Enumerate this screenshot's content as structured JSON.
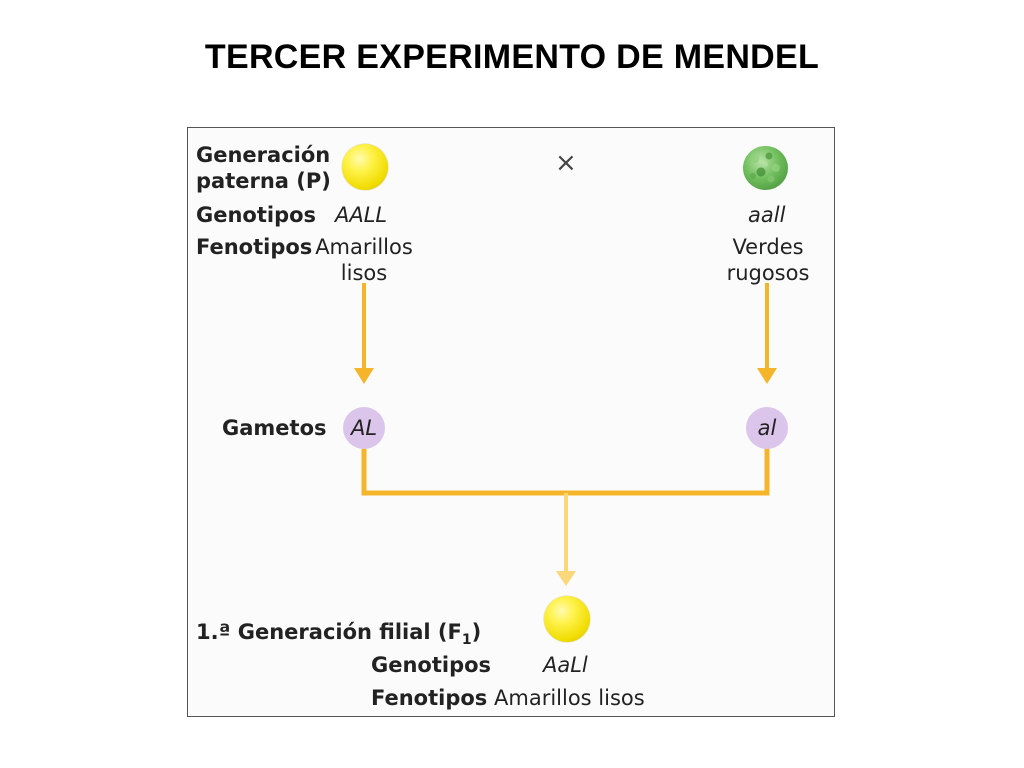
{
  "title": "TERCER EXPERIMENTO DE MENDEL",
  "parental": {
    "label_line1": "Generación",
    "label_line2": "paterna (P)",
    "cross_symbol": "×",
    "genotype_label": "Genotipos",
    "phenotype_label": "Fenotipos",
    "left": {
      "genotype": "AALL",
      "phenotype_line1": "Amarillos",
      "phenotype_line2": "lisos"
    },
    "right": {
      "genotype": "aall",
      "phenotype_line1": "Verdes",
      "phenotype_line2": "rugosos"
    }
  },
  "gametes": {
    "label": "Gametos",
    "left": "AL",
    "right": "al"
  },
  "f1": {
    "label_prefix": "1.ª Generación filial (F",
    "label_sub": "1",
    "label_suffix": ")",
    "genotype_label": "Genotipos",
    "genotype": "AaLl",
    "phenotype_label": "Fenotipos",
    "phenotype": "Amarillos lisos"
  },
  "colors": {
    "arrow": "#f5b52a",
    "arrow_light": "#f9d77a",
    "seed_yellow": "#f0dc00",
    "seed_green": "#5aa84a",
    "gamete": "#dcc5ea"
  }
}
